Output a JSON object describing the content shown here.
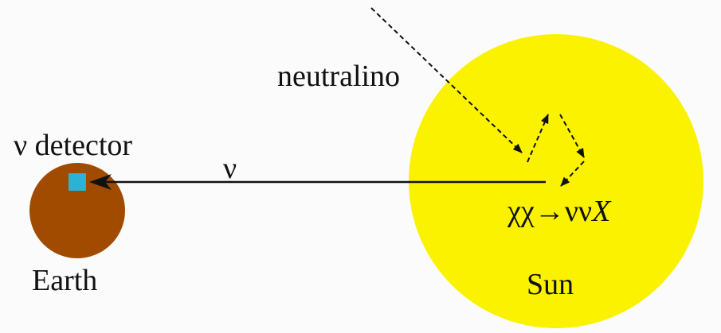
{
  "labels": {
    "neutralino": "neutralino",
    "detector": "ν detector",
    "neutrino": "ν",
    "earth": "Earth",
    "sun": "Sun",
    "reaction_lhs": "χχ",
    "reaction_arrow": "→",
    "reaction_mid": "νν",
    "reaction_rhs": "X"
  },
  "colors": {
    "sun": "#fbf200",
    "earth": "#a04b00",
    "detector": "#2ab3d6",
    "arrow": "#111111",
    "background": "#fbfbfb"
  }
}
